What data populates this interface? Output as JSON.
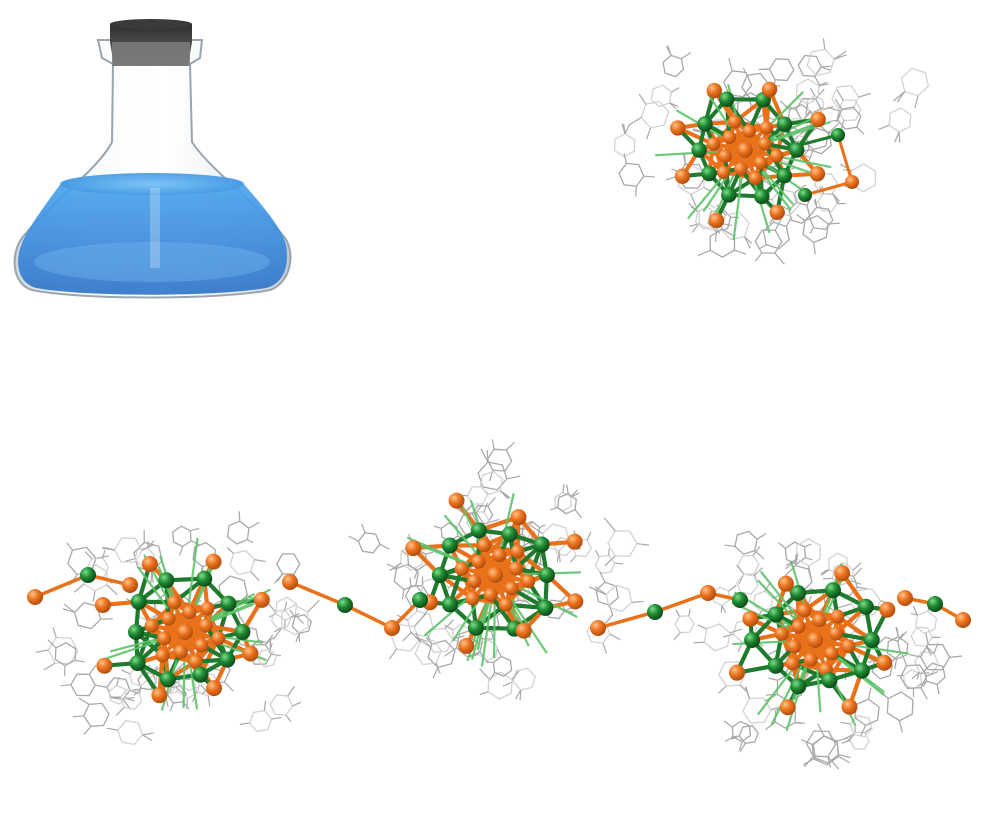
{
  "colors": {
    "background": "#ffffff",
    "metal_gold": "#e8711a",
    "metal_gold_dark": "#b24e08",
    "metal_gold_light": "#ffb070",
    "metal_green": "#1f7a2e",
    "metal_green_dark": "#0e4a18",
    "metal_green_light": "#5ec46a",
    "ligand_stick": "#a8a8a8",
    "ligand_stick_light": "#d2d2d2",
    "flask_glass": "#dfe6ec",
    "flask_cap": "#4a4a4a",
    "solution_blue": "#3a8fe0"
  },
  "figure": {
    "flask": {
      "icon": "erlenmeyer-flask-icon",
      "content": "blue-solution"
    },
    "monomer": {
      "label": "",
      "type": "metal-nanocluster-molecular-model"
    },
    "polymer": {
      "label": "",
      "type": "1D-chain-of-nanoclusters",
      "units_linked": 3
    }
  }
}
